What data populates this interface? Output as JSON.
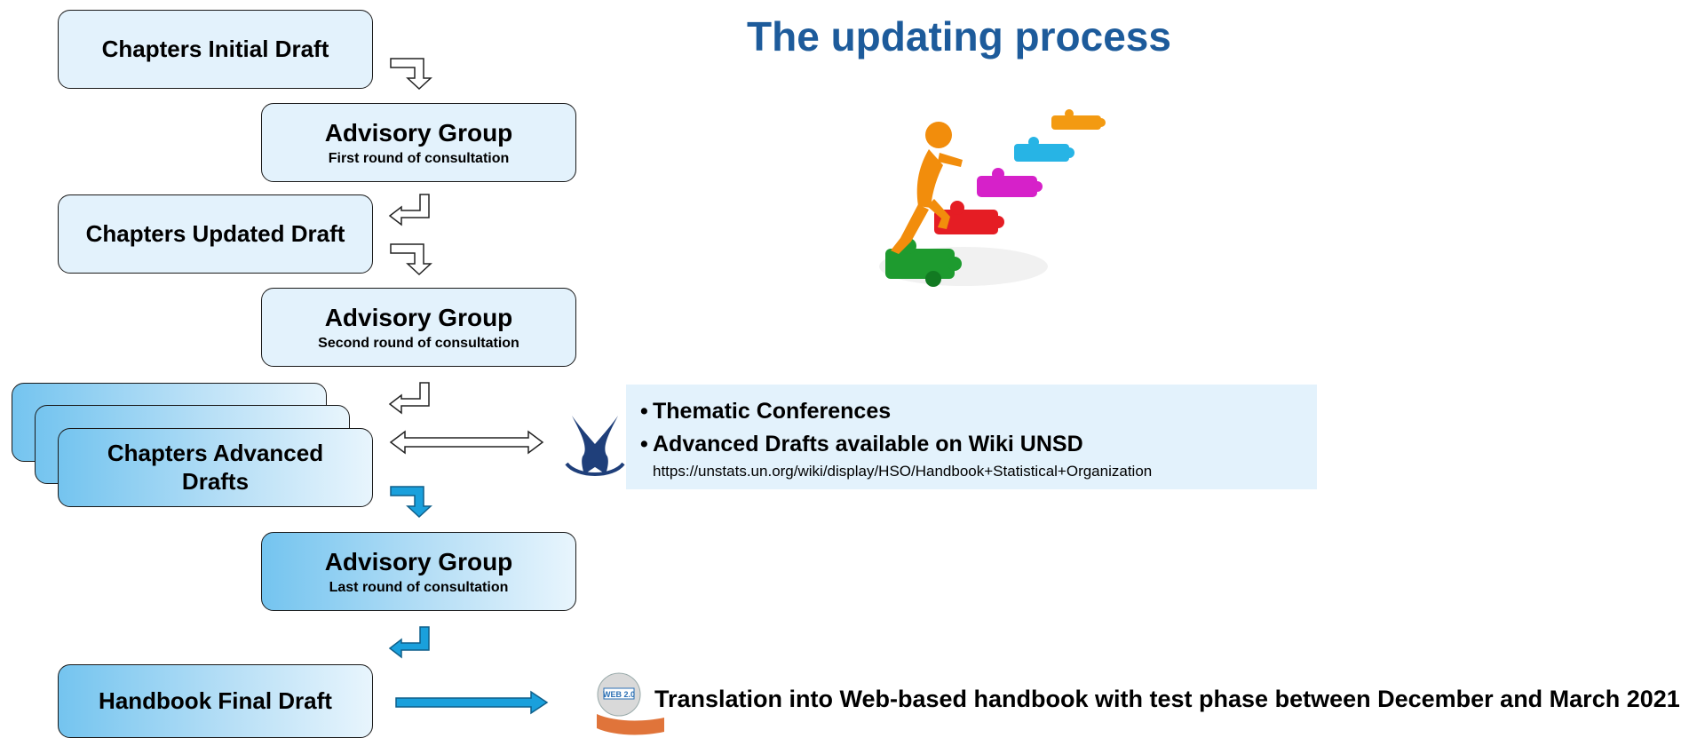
{
  "title": "The updating process",
  "boxes": {
    "initial_draft": "Chapters Initial Draft",
    "advisory1": {
      "title": "Advisory Group",
      "subtitle": "First round of consultation"
    },
    "updated_draft": "Chapters Updated Draft",
    "advisory2": {
      "title": "Advisory Group",
      "subtitle": "Second round of consultation"
    },
    "advanced_drafts": "Chapters Advanced Drafts",
    "advisory3": {
      "title": "Advisory Group",
      "subtitle": "Last round of consultation"
    },
    "final_draft": "Handbook Final Draft"
  },
  "info": {
    "bullets": [
      "Thematic Conferences",
      "Advanced Drafts available on Wiki UNSD"
    ],
    "url": "https://unstats.un.org/wiki/display/HSO/Handbook+Statistical+Organization"
  },
  "final_note": "Translation into Web-based handbook with test phase between December and March 2021",
  "web_badge": "WEB 2.0",
  "colors": {
    "title": "#1d5b9b",
    "pale_box": "#e3f2fc",
    "gradient_box": "#74c4ef",
    "blue_arrow": "#1aa0dc",
    "info_bg": "#e3f2fc",
    "logo": "#1f3f7a"
  },
  "icons": [
    "puzzle-steps-illustration",
    "confluence-logo-icon",
    "web-globe-hand-icon"
  ]
}
